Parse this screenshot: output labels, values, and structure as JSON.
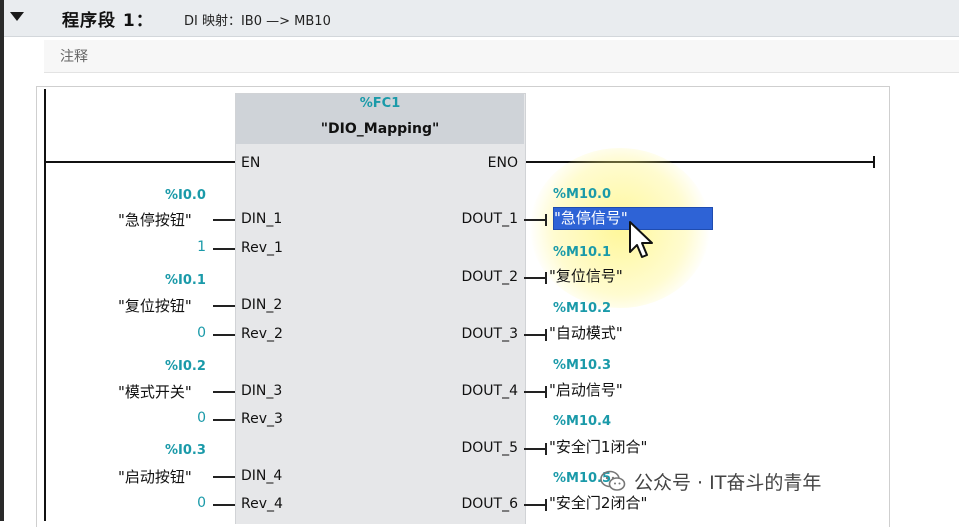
{
  "network": {
    "title": "程序段 1：",
    "description": "DI 映射：IB0 —> MB10",
    "comment": "注释"
  },
  "block": {
    "address": "%FC1",
    "name": "\"DIO_Mapping\"",
    "en_pin": "EN",
    "eno_pin": "ENO"
  },
  "inputs": [
    {
      "pin": "DIN_1",
      "address": "%I0.0",
      "symbol": "\"急停按钮\""
    },
    {
      "pin": "Rev_1",
      "constant": "1"
    },
    {
      "pin": "DIN_2",
      "address": "%I0.1",
      "symbol": "\"复位按钮\""
    },
    {
      "pin": "Rev_2",
      "constant": "0"
    },
    {
      "pin": "DIN_3",
      "address": "%I0.2",
      "symbol": "\"模式开关\""
    },
    {
      "pin": "Rev_3",
      "constant": "0"
    },
    {
      "pin": "DIN_4",
      "address": "%I0.3",
      "symbol": "\"启动按钮\""
    },
    {
      "pin": "Rev_4",
      "constant": "0"
    }
  ],
  "outputs": [
    {
      "pin": "DOUT_1",
      "address": "%M10.0",
      "symbol": "\"急停信号\""
    },
    {
      "pin": "DOUT_2",
      "address": "%M10.1",
      "symbol": "\"复位信号\""
    },
    {
      "pin": "DOUT_3",
      "address": "%M10.2",
      "symbol": "\"自动模式\""
    },
    {
      "pin": "DOUT_4",
      "address": "%M10.3",
      "symbol": "\"启动信号\""
    },
    {
      "pin": "DOUT_5",
      "address": "%M10.4",
      "symbol": "\"安全门1闭合\""
    },
    {
      "pin": "DOUT_6",
      "address": "%M10.5",
      "symbol": "\"安全门2闭合\""
    }
  ],
  "watermark": "公众号 · IT奋斗的青年",
  "colors": {
    "address": "#1a9aa9",
    "selection": "#2e63d6",
    "block": "#e6e7e9",
    "header": "#e9ecef"
  }
}
